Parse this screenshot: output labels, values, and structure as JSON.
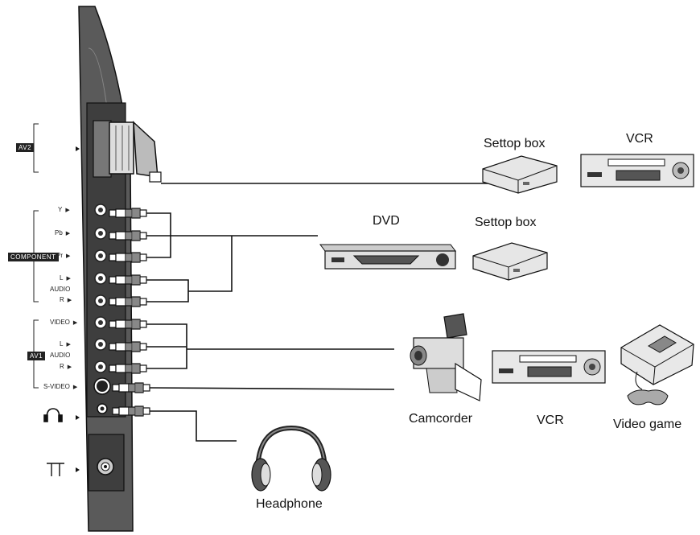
{
  "groups": {
    "av2": "AV2",
    "component": "COMPONENT",
    "av1": "AV1"
  },
  "ports": {
    "y": "Y",
    "pb": "Pb",
    "pr": "Pr",
    "comp_l": "L",
    "comp_audio": "AUDIO",
    "comp_r": "R",
    "video": "VIDEO",
    "av1_l": "L",
    "av1_audio": "AUDIO",
    "av1_r": "R",
    "svideo": "S-VIDEO"
  },
  "devices": {
    "settop_box_1": "Settop box",
    "vcr_1": "VCR",
    "dvd": "DVD",
    "settop_box_2": "Settop box",
    "camcorder": "Camcorder",
    "vcr_2": "VCR",
    "video_game": "Video game",
    "headphone": "Headphone"
  },
  "icons": [
    "headphone-port-icon",
    "antenna-port-icon",
    "scart-plug-icon",
    "rca-plug-icon",
    "settop-box-icon",
    "vcr-icon",
    "dvd-player-icon",
    "camcorder-icon",
    "game-console-icon",
    "headphone-icon"
  ]
}
